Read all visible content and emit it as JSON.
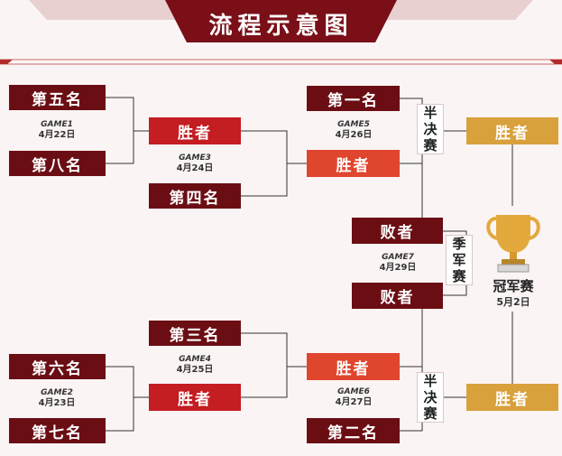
{
  "header": {
    "title": "流程示意图"
  },
  "seeds": {
    "fifth": "第五名",
    "eighth": "第八名",
    "fourth": "第四名",
    "first": "第一名",
    "third": "第三名",
    "sixth": "第六名",
    "seventh": "第七名",
    "second": "第二名"
  },
  "labels": {
    "winner": "胜者",
    "loser": "败者",
    "semifinal": [
      "半",
      "决",
      "赛"
    ],
    "third_place": [
      "季",
      "军",
      "赛"
    ],
    "final": "冠军赛",
    "final_date": "5月2日"
  },
  "games": [
    {
      "name": "GAME1",
      "date": "4月22日"
    },
    {
      "name": "GAME3",
      "date": "4月24日"
    },
    {
      "name": "GAME5",
      "date": "4月26日"
    },
    {
      "name": "GAME7",
      "date": "4月29日"
    },
    {
      "name": "GAME4",
      "date": "4月25日"
    },
    {
      "name": "GAME2",
      "date": "4月23日"
    },
    {
      "name": "GAME6",
      "date": "4月27日"
    }
  ],
  "colors": {
    "dark": "#6b0e14",
    "red": "#c41d22",
    "orange": "#e0452d",
    "gold": "#d9a13b"
  }
}
